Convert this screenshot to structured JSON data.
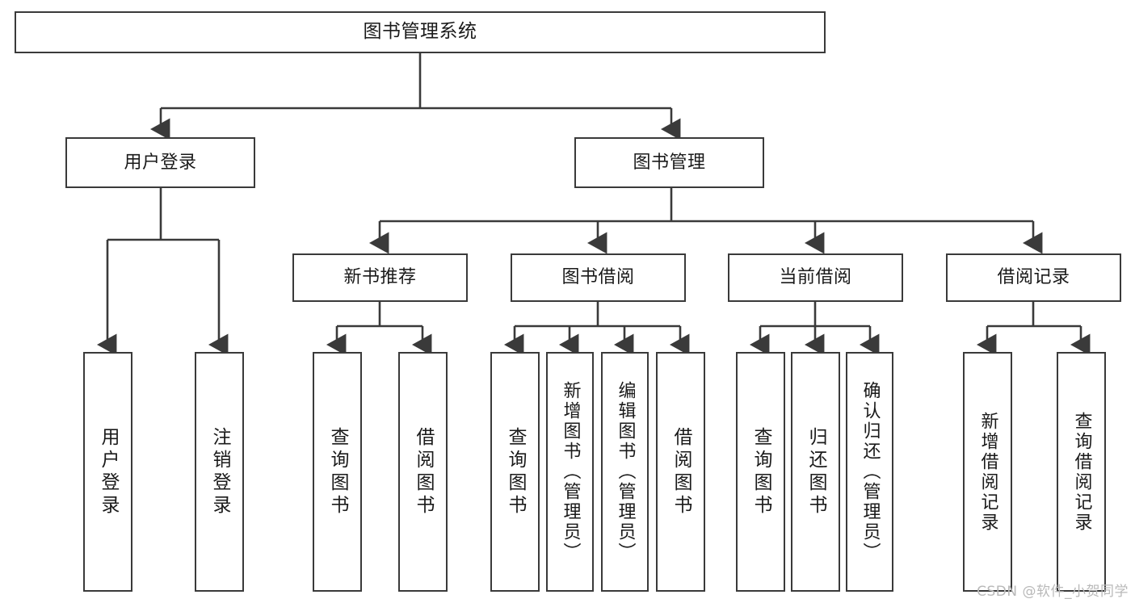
{
  "diagram": {
    "title": "图书管理系统",
    "type": "tree-hierarchy-diagram",
    "colors": {
      "background": "#ffffff",
      "box_border": "#3a3a3a",
      "box_fill": "#ffffff",
      "text": "#1a1a1a",
      "connector": "#3a3a3a",
      "watermark": "#b9b9b9"
    },
    "root": {
      "label": "图书管理系统"
    },
    "level2": [
      {
        "label": "用户登录"
      },
      {
        "label": "图书管理"
      }
    ],
    "level3": [
      {
        "label": "新书推荐"
      },
      {
        "label": "图书借阅"
      },
      {
        "label": "当前借阅"
      },
      {
        "label": "借阅记录"
      }
    ],
    "leaves": [
      {
        "label": "用户登录",
        "parent": "用户登录"
      },
      {
        "label": "注销登录",
        "parent": "用户登录"
      },
      {
        "label": "查询图书",
        "parent": "新书推荐"
      },
      {
        "label": "借阅图书",
        "parent": "新书推荐"
      },
      {
        "label": "查询图书",
        "parent": "图书借阅"
      },
      {
        "label": "新增图书（管理员）",
        "parent": "图书借阅"
      },
      {
        "label": "编辑图书（管理员）",
        "parent": "图书借阅"
      },
      {
        "label": "借阅图书",
        "parent": "图书借阅"
      },
      {
        "label": "查询图书",
        "parent": "当前借阅"
      },
      {
        "label": "归还图书",
        "parent": "当前借阅"
      },
      {
        "label": "确认归还（管理员）",
        "parent": "当前借阅"
      },
      {
        "label": "新增借阅记录",
        "parent": "借阅记录"
      },
      {
        "label": "查询借阅记录",
        "parent": "借阅记录"
      }
    ],
    "watermark": "CSDN @软件_小贺同学"
  }
}
